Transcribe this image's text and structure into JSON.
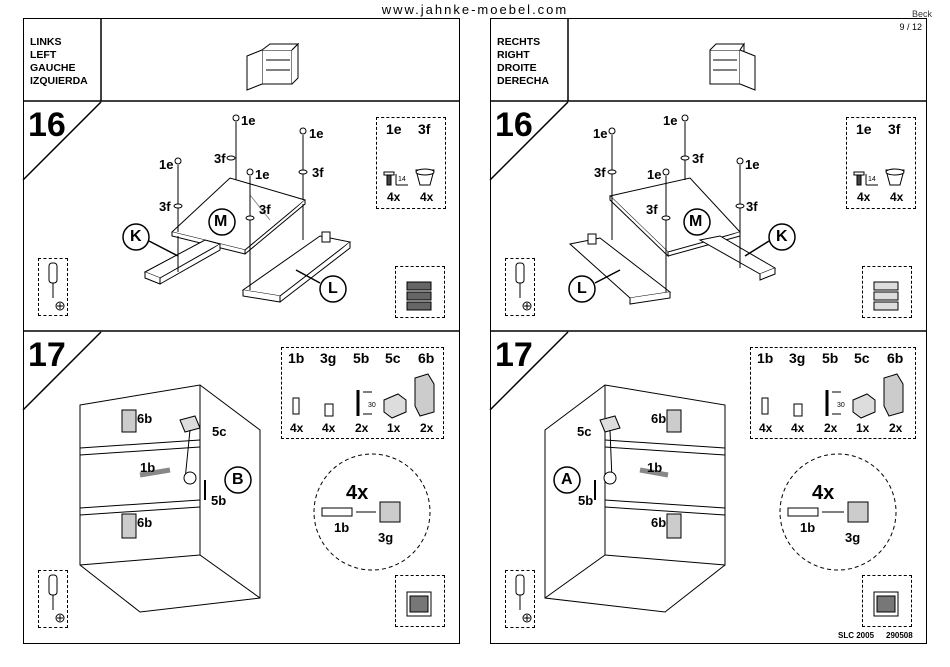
{
  "header": {
    "url": "www.jahnke-moebel.com",
    "brand": "Beck",
    "page": "9 / 12"
  },
  "left": {
    "lang": [
      "LINKS",
      "LEFT",
      "GAUCHE",
      "IZQUIERDA"
    ],
    "step16": {
      "number": "16",
      "labels": [
        "1e",
        "1e",
        "1e",
        "1e",
        "3f",
        "3f",
        "3f",
        "3f"
      ],
      "parts": {
        "codes": [
          "1e",
          "3f"
        ],
        "qty": [
          "4x",
          "4x"
        ],
        "dim": "14"
      },
      "panels": [
        "K",
        "M",
        "L"
      ]
    },
    "step17": {
      "number": "17",
      "labels": [
        "6b",
        "6b",
        "5c",
        "1b",
        "5b"
      ],
      "panel": "B",
      "parts": {
        "codes": [
          "1b",
          "3g",
          "5b",
          "5c",
          "6b"
        ],
        "qty": [
          "4x",
          "4x",
          "2x",
          "1x",
          "2x"
        ],
        "dim": "30"
      },
      "detail": {
        "qty": "4x",
        "a": "1b",
        "b": "3g"
      }
    }
  },
  "right": {
    "lang": [
      "RECHTS",
      "RIGHT",
      "DROITE",
      "DERECHA"
    ],
    "step16": {
      "number": "16",
      "labels": [
        "1e",
        "1e",
        "1e",
        "1e",
        "3f",
        "3f",
        "3f",
        "3f"
      ],
      "parts": {
        "codes": [
          "1e",
          "3f"
        ],
        "qty": [
          "4x",
          "4x"
        ],
        "dim": "14"
      },
      "panels": [
        "K",
        "M",
        "L"
      ]
    },
    "step17": {
      "number": "17",
      "labels": [
        "6b",
        "6b",
        "5c",
        "1b",
        "5b"
      ],
      "panel": "A",
      "parts": {
        "codes": [
          "1b",
          "3g",
          "5b",
          "5c",
          "6b"
        ],
        "qty": [
          "4x",
          "4x",
          "2x",
          "1x",
          "2x"
        ],
        "dim": "30"
      },
      "detail": {
        "qty": "4x",
        "a": "1b",
        "b": "3g"
      }
    }
  },
  "footer": {
    "code": "SLC 2005",
    "date": "290508"
  },
  "icons": [
    "screwdriver-icon",
    "phillips-head-icon",
    "drawer-stack-icon",
    "open-cabinet-icon"
  ]
}
